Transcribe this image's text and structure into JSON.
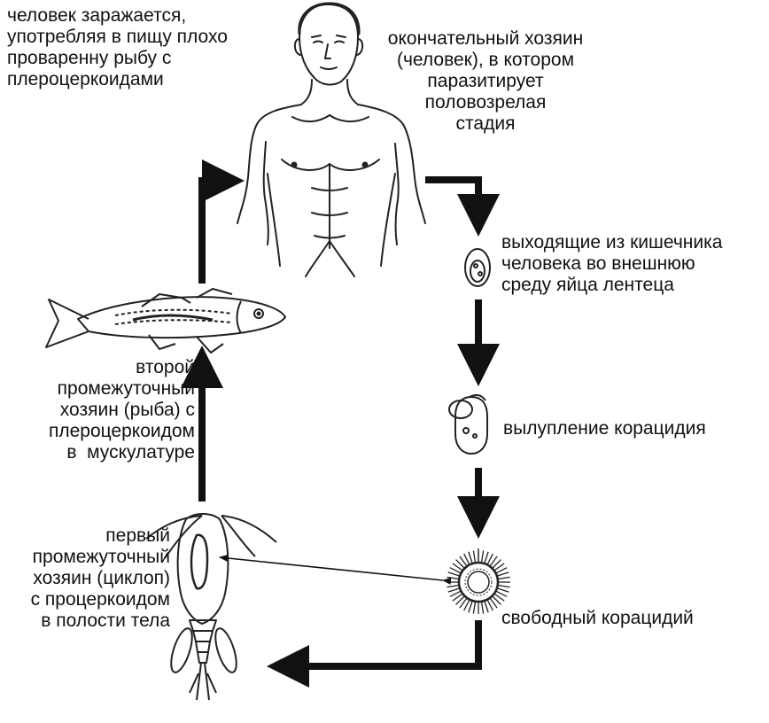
{
  "labels": {
    "infection": "человек заражается,\nупотребляя в пищу плохо\nпроваренну рыбу с\nплероцеркоидами",
    "final_host": "окончательный хозяин\n(человек), в котором\nпаразитирует\nполовозрелая\nстадия",
    "eggs": "выходящие из кишечника\nчеловека во внешнюю\nсреду яйца лентеца",
    "hatching": "вылупление корацидия",
    "free_coracidium": "свободный корацидий",
    "second_host": "второй\nпромежуточный\nхозяин (рыба) с\nплероцеркоидом\nв  мускулатуре",
    "first_host": "первый\nпромежуточный\nхозяин (циклоп)\nс процеркоидом\nв полости тела"
  }
}
